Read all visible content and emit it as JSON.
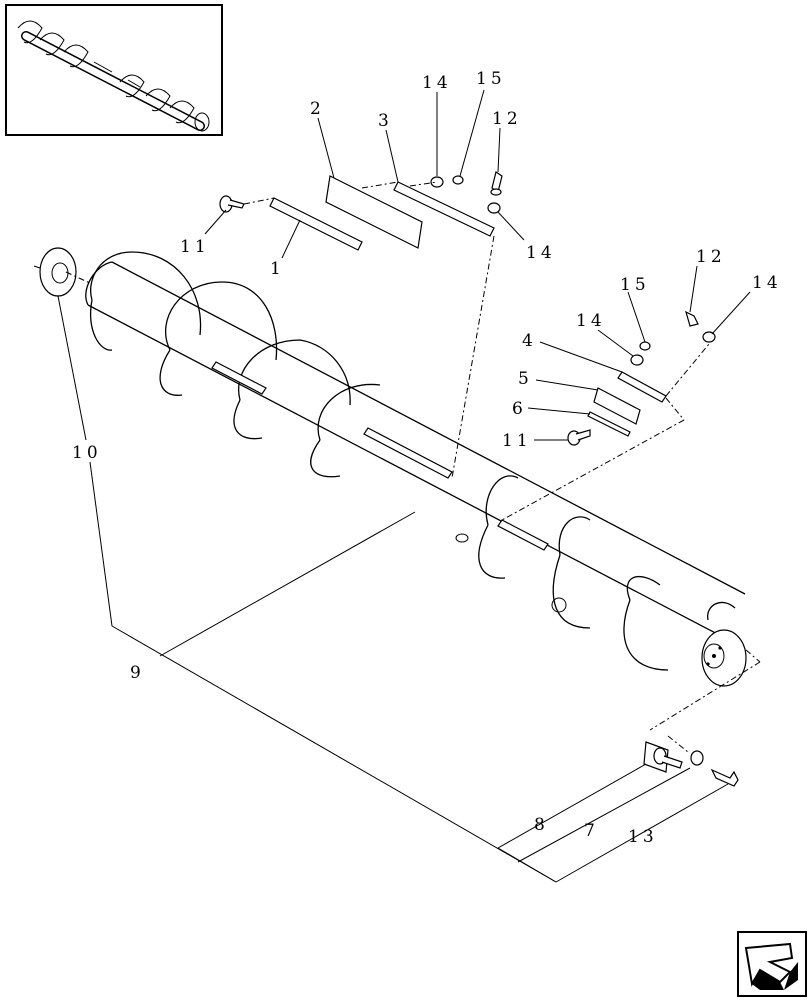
{
  "callouts": [
    {
      "id": "c1",
      "text": "1"
    },
    {
      "id": "c2",
      "text": "2"
    },
    {
      "id": "c3",
      "text": "3"
    },
    {
      "id": "c4",
      "text": "4"
    },
    {
      "id": "c5",
      "text": "5"
    },
    {
      "id": "c6",
      "text": "6"
    },
    {
      "id": "c7",
      "text": "7"
    },
    {
      "id": "c8",
      "text": "8"
    },
    {
      "id": "c9",
      "text": "9"
    },
    {
      "id": "c10",
      "text": "10"
    },
    {
      "id": "c11a",
      "text": "11"
    },
    {
      "id": "c11b",
      "text": "11"
    },
    {
      "id": "c12a",
      "text": "12"
    },
    {
      "id": "c12b",
      "text": "12"
    },
    {
      "id": "c13",
      "text": "13"
    },
    {
      "id": "c14a",
      "text": "14"
    },
    {
      "id": "c14b",
      "text": "14"
    },
    {
      "id": "c14c",
      "text": "14"
    },
    {
      "id": "c14d",
      "text": "14"
    },
    {
      "id": "c15a",
      "text": "15"
    },
    {
      "id": "c15b",
      "text": "15"
    }
  ],
  "icons": {
    "thumbnail": "auger-thumbnail-icon",
    "navigation": "back-arrow-icon"
  }
}
